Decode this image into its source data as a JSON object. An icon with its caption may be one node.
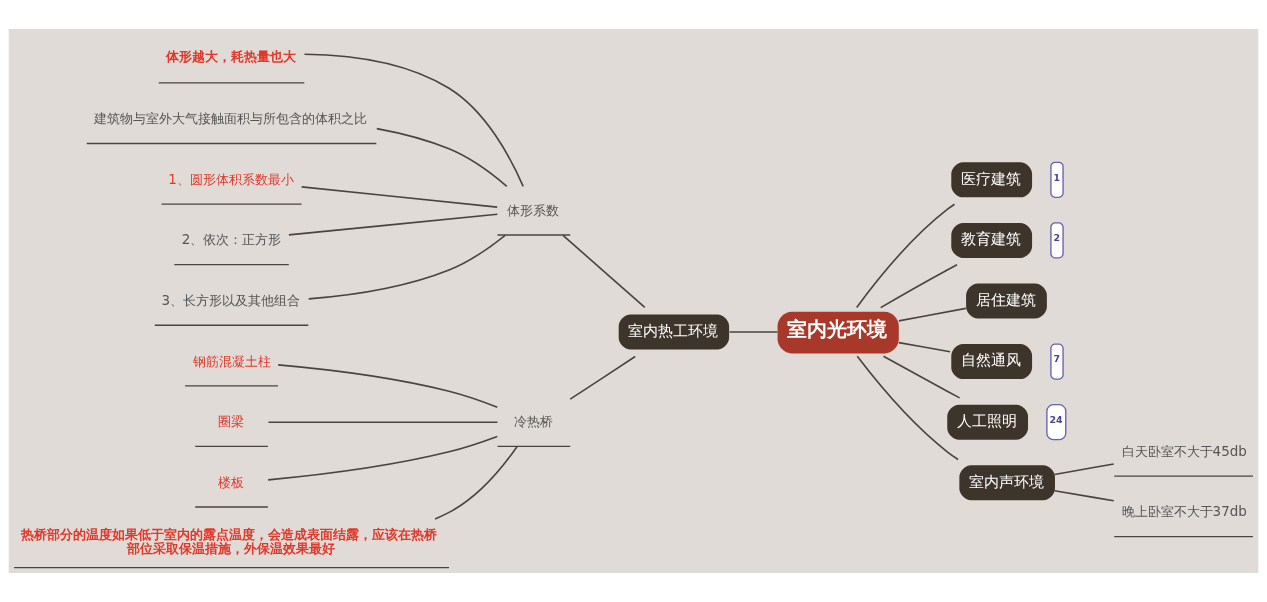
{
  "diagram": {
    "nodes": [
      {
        "text": [
          "室内光环境"
        ]
      },
      {
        "text": [
          "室内热工环境"
        ]
      },
      {
        "text": [
          "体形系数"
        ]
      },
      {
        "text": [
          "体形越大，耗热量也大"
        ]
      },
      {
        "text": [
          "建筑物与室外大气接触面积与所包含的体积之比"
        ]
      },
      {
        "text": [
          "1、圆形体积系数最小"
        ]
      },
      {
        "text": [
          "2、依次：正方形"
        ]
      },
      {
        "text": [
          "3、长方形以及其他组合"
        ]
      },
      {
        "text": [
          "冷热桥"
        ]
      },
      {
        "text": [
          "钢筋混凝土柱"
        ]
      },
      {
        "text": [
          "圈梁"
        ]
      },
      {
        "text": [
          "楼板"
        ]
      },
      {
        "text": [
          "热桥部分的温度如果低于室内的露点温度，会造成表面结露，应该在热桥部位采取保温措施，外保温效果最好"
        ]
      },
      {
        "text": [
          "医疗建筑"
        ],
        "beside": [
          "1"
        ]
      },
      {
        "text": [
          "教育建筑"
        ],
        "beside": [
          "2"
        ]
      },
      {
        "text": [
          "居住建筑"
        ]
      },
      {
        "text": [
          "自然通风"
        ],
        "beside": [
          "7"
        ]
      },
      {
        "text": [
          "人工照明"
        ],
        "beside": [
          "24"
        ]
      },
      {
        "text": [
          "室内声环境"
        ]
      },
      {
        "text": [
          "白天卧室不大于45db"
        ]
      },
      {
        "text": [
          "晚上卧室不大于37db"
        ]
      }
    ],
    "edges": [
      {
        "from": 0,
        "to": 1,
        "arrow": "none"
      },
      {
        "from": 1,
        "to": 2,
        "arrow": "none"
      },
      {
        "from": 2,
        "to": 3,
        "arrow": "none"
      },
      {
        "from": 2,
        "to": 4,
        "arrow": "none"
      },
      {
        "from": 2,
        "to": 5,
        "arrow": "none"
      },
      {
        "from": 2,
        "to": 6,
        "arrow": "none"
      },
      {
        "from": 2,
        "to": 7,
        "arrow": "none"
      },
      {
        "from": 1,
        "to": 8,
        "arrow": "none"
      },
      {
        "from": 8,
        "to": 9,
        "arrow": "none"
      },
      {
        "from": 8,
        "to": 10,
        "arrow": "none"
      },
      {
        "from": 8,
        "to": 11,
        "arrow": "none"
      },
      {
        "from": 8,
        "to": 12,
        "arrow": "none"
      },
      {
        "from": 0,
        "to": 13,
        "arrow": "none"
      },
      {
        "from": 0,
        "to": 14,
        "arrow": "none"
      },
      {
        "from": 0,
        "to": 15,
        "arrow": "none"
      },
      {
        "from": 0,
        "to": 16,
        "arrow": "none"
      },
      {
        "from": 0,
        "to": 17,
        "arrow": "none"
      },
      {
        "from": 0,
        "to": 18,
        "arrow": "none"
      },
      {
        "from": 18,
        "to": 19,
        "arrow": "none"
      },
      {
        "from": 18,
        "to": 20,
        "arrow": "none"
      }
    ]
  }
}
